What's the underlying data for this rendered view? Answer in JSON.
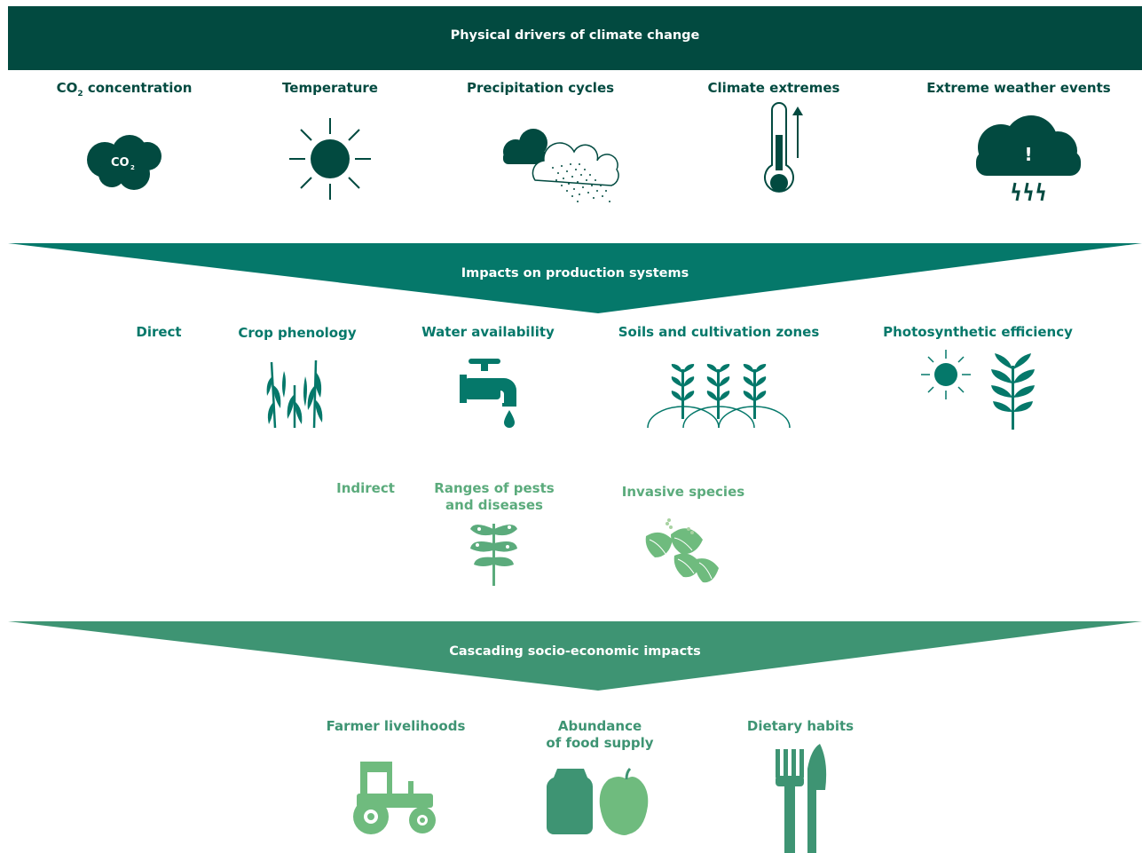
{
  "colors": {
    "dark": "#024a40",
    "teal": "#05786a",
    "green": "#3e9473",
    "mint": "#5bab7c",
    "light": "#6fbb7e"
  },
  "section1": {
    "title": "Physical drivers of climate change",
    "items": [
      {
        "label_main": "CO",
        "label_sub": "2",
        "label_rest": " concentration",
        "icon": "co2-cloud-icon",
        "icon_text": "CO",
        "icon_sub": "2"
      },
      {
        "label": "Temperature",
        "icon": "sun-icon"
      },
      {
        "label": "Precipitation cycles",
        "icon": "rain-cloud-icon"
      },
      {
        "label": "Climate extremes",
        "icon": "thermometer-icon"
      },
      {
        "label": "Extreme weather events",
        "icon": "storm-cloud-icon",
        "icon_text": "!"
      }
    ]
  },
  "section2": {
    "title": "Impacts on production systems",
    "direct_label": "Direct",
    "indirect_label": "Indirect",
    "direct_items": [
      {
        "label": "Crop phenology",
        "icon": "wheat-stalks-icon"
      },
      {
        "label": "Water availability",
        "icon": "water-tap-icon"
      },
      {
        "label": "Soils and cultivation zones",
        "icon": "seedlings-soil-icon"
      },
      {
        "label": "Photosynthetic efficiency",
        "icon": "sun-plant-icon"
      }
    ],
    "indirect_items": [
      {
        "label_line1": "Ranges of pests",
        "label_line2": "and diseases",
        "icon": "damaged-plant-icon"
      },
      {
        "label": "Invasive species",
        "icon": "invasive-plant-icon"
      }
    ]
  },
  "section3": {
    "title": "Cascading socio-economic impacts",
    "items": [
      {
        "label": "Farmer livelihoods",
        "icon": "tractor-icon"
      },
      {
        "label_line1": "Abundance",
        "label_line2": "of food supply",
        "icon": "food-supply-icon"
      },
      {
        "label": "Dietary habits",
        "icon": "fork-knife-icon"
      }
    ]
  }
}
